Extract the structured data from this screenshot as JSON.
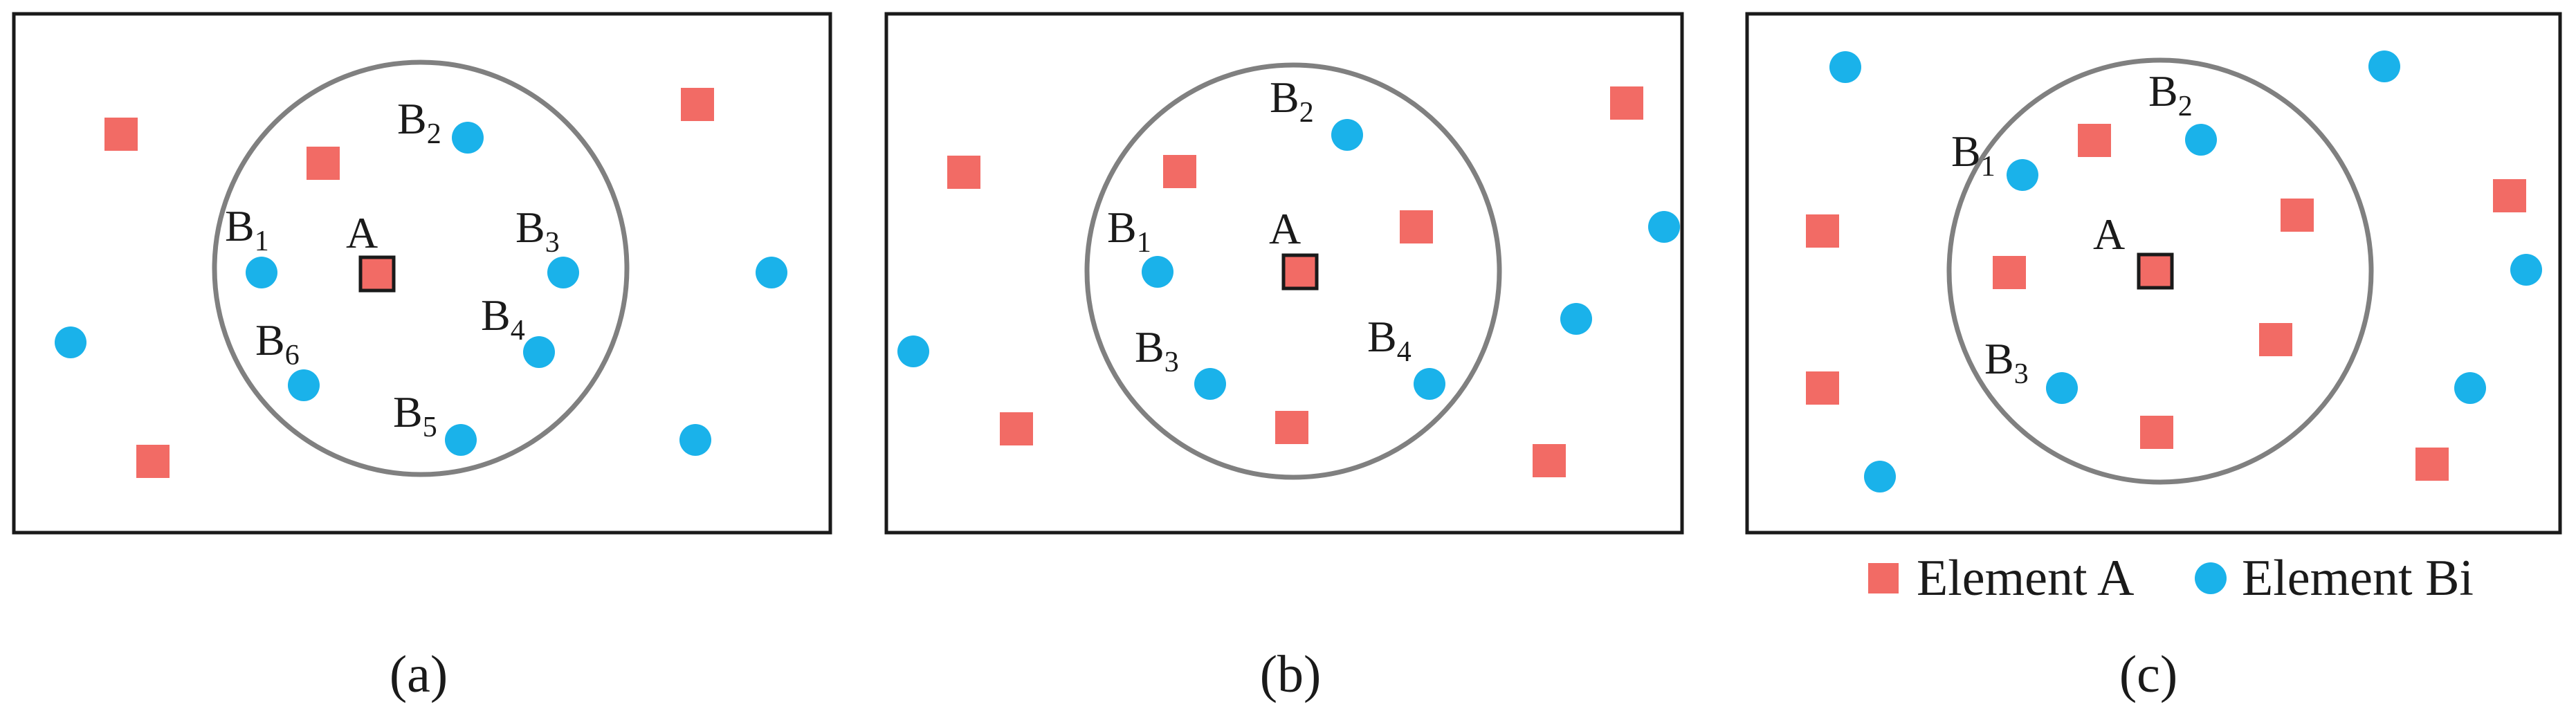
{
  "colors": {
    "element_a": "#f26b65",
    "element_b": "#1ab2ea",
    "frame": "#1a1a1a",
    "ring": "#808080"
  },
  "panels": [
    {
      "caption": "(a)",
      "center_label": "A",
      "b_labels": [
        {
          "base": "B",
          "sub": "1"
        },
        {
          "base": "B",
          "sub": "2"
        },
        {
          "base": "B",
          "sub": "3"
        },
        {
          "base": "B",
          "sub": "4"
        },
        {
          "base": "B",
          "sub": "5"
        },
        {
          "base": "B",
          "sub": "6"
        }
      ]
    },
    {
      "caption": "(b)",
      "center_label": "A",
      "b_labels": [
        {
          "base": "B",
          "sub": "1"
        },
        {
          "base": "B",
          "sub": "2"
        },
        {
          "base": "B",
          "sub": "3"
        },
        {
          "base": "B",
          "sub": "4"
        }
      ]
    },
    {
      "caption": "(c)",
      "center_label": "A",
      "b_labels": [
        {
          "base": "B",
          "sub": "1"
        },
        {
          "base": "B",
          "sub": "2"
        },
        {
          "base": "B",
          "sub": "3"
        }
      ]
    }
  ],
  "legend": {
    "element_a_label": "Element A",
    "element_b_label": "Element Bi",
    "element_a_icon": "red-square",
    "element_b_icon": "blue-circle"
  }
}
